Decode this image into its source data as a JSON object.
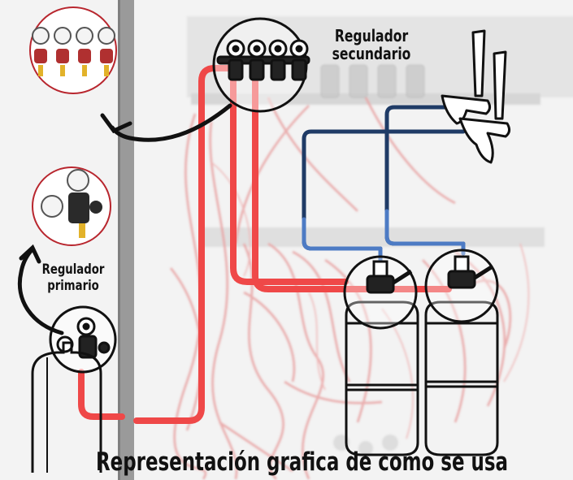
{
  "labels": {
    "secondary_regulator": [
      "Regulador",
      "secundario"
    ],
    "primary_regulator": [
      "Regulador",
      "primario"
    ],
    "caption": "Representación grafica de como se usa"
  },
  "colors": {
    "gas_line": "#ef4848",
    "beer_line": "#1f3b66",
    "beer_line_light": "#4d7bc4",
    "outline": "#111111",
    "inset_border": "#b8262e",
    "background_faded": "#f3f3f3",
    "wall_strip": "#9a9a9a"
  },
  "icons": [
    "secondary-regulator-manifold-icon",
    "primary-regulator-icon",
    "co2-cylinder-icon",
    "keg-icon",
    "beer-tap-icon",
    "curved-arrow-icon"
  ]
}
